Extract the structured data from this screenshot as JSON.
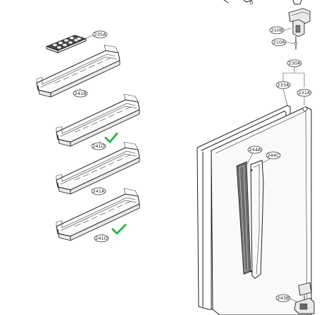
{
  "labels": {
    "235A": "235A",
    "241B": "241B",
    "241D_top": "241D",
    "241A": "241A",
    "241D_bottom": "241D",
    "210B": "210B",
    "210A": "210A",
    "230A": "230A",
    "233A": "233A",
    "231A": "231A",
    "244A": "244A",
    "244C": "244C",
    "243B": "243B"
  },
  "colors": {
    "checkmark": "#2db83d",
    "line": "#222222",
    "background": "#ffffff"
  },
  "icons": {
    "selected_marker": "checkmark-icon"
  }
}
